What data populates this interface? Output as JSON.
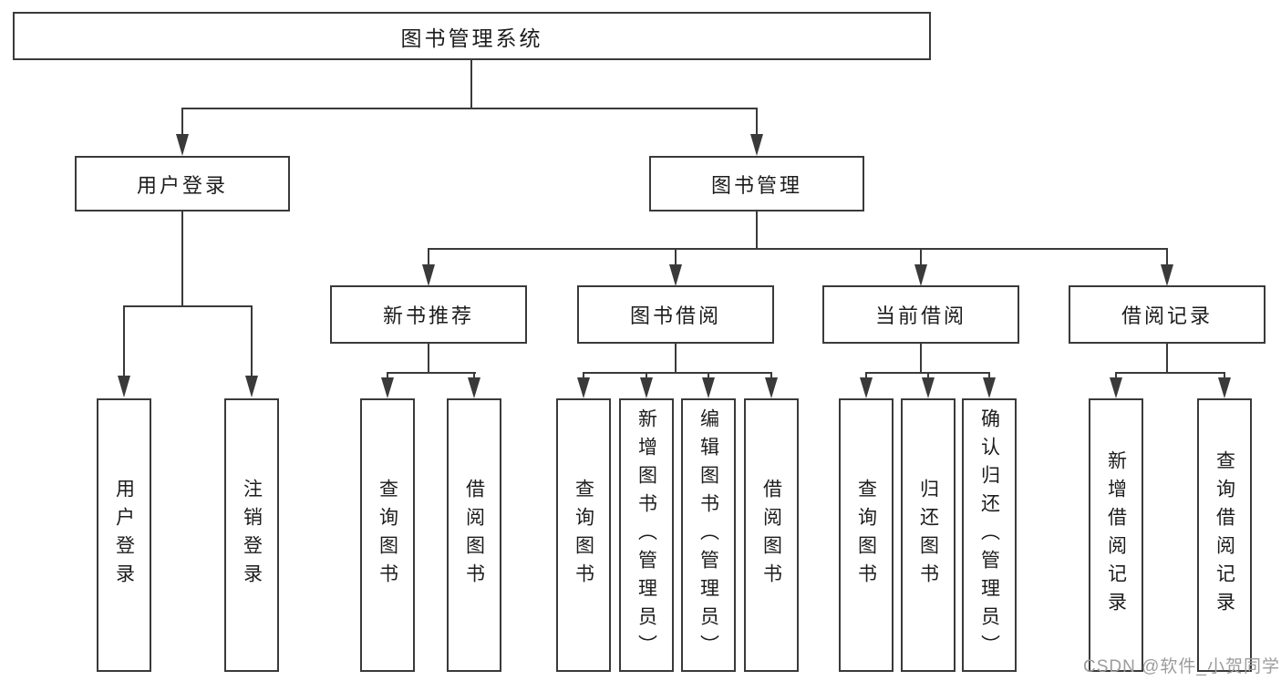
{
  "diagram": {
    "title": "图书管理系统",
    "root": {
      "label": "图书管理系统"
    },
    "level2": [
      {
        "label": "用户登录"
      },
      {
        "label": "图书管理"
      }
    ],
    "level3": [
      {
        "label": "新书推荐",
        "parent": "图书管理"
      },
      {
        "label": "图书借阅",
        "parent": "图书管理"
      },
      {
        "label": "当前借阅",
        "parent": "图书管理"
      },
      {
        "label": "借阅记录",
        "parent": "图书管理"
      }
    ],
    "leaves": [
      {
        "label": "用户登录",
        "parent": "用户登录"
      },
      {
        "label": "注销登录",
        "parent": "用户登录"
      },
      {
        "label": "查询图书",
        "parent": "新书推荐"
      },
      {
        "label": "借阅图书",
        "parent": "新书推荐"
      },
      {
        "label": "查询图书",
        "parent": "图书借阅"
      },
      {
        "label": "新增图书（管理员）",
        "parent": "图书借阅"
      },
      {
        "label": "编辑图书（管理员）",
        "parent": "图书借阅"
      },
      {
        "label": "借阅图书",
        "parent": "图书借阅"
      },
      {
        "label": "查询图书",
        "parent": "当前借阅"
      },
      {
        "label": "归还图书",
        "parent": "当前借阅"
      },
      {
        "label": "确认归还（管理员）",
        "parent": "当前借阅"
      },
      {
        "label": "新增借阅记录",
        "parent": "借阅记录"
      },
      {
        "label": "查询借阅记录",
        "parent": "借阅记录"
      }
    ],
    "colors": {
      "line": "#3a3a3a",
      "text": "#1c1c1c",
      "background": "#ffffff"
    }
  },
  "watermark": {
    "text": "CSDN @软件_小贺同学",
    "color": "#9c9c9c"
  }
}
